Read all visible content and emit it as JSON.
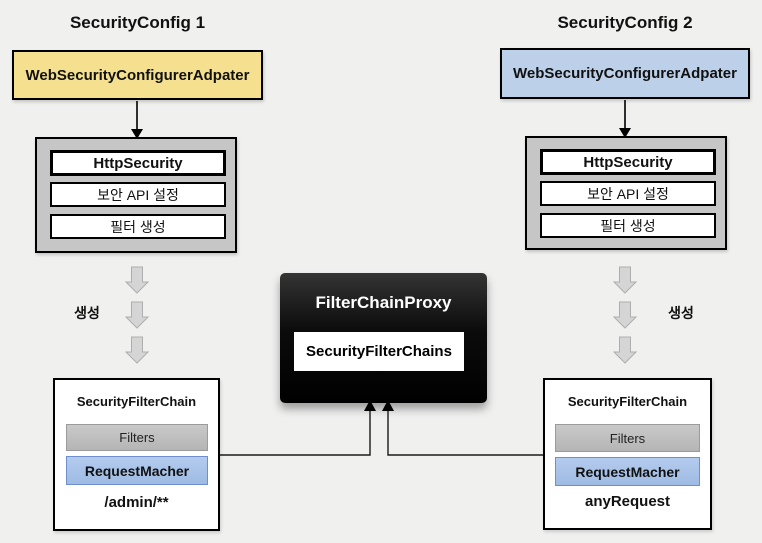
{
  "colors": {
    "background": "#f0f0ef",
    "adapter_yellow_fill": "#f4e08e",
    "adapter_blue_fill": "#bdd0e9",
    "gray_container_fill": "#c6c6c6",
    "filters_fill": "#bfbfbf",
    "request_matcher_fill": "#a9c4ea",
    "request_matcher_border": "#6e8fc9",
    "block_arrow_fill": "#d5d5d5",
    "proxy_fill": "#000000",
    "proxy_text": "#ffffff"
  },
  "left": {
    "title": "SecurityConfig 1",
    "adapter": "WebSecurityConfigurerAdpater",
    "http_box": {
      "title": "HttpSecurity",
      "row1": "보안 API 설정",
      "row2": "필터 생성"
    },
    "create_label": "생성",
    "chain": {
      "title": "SecurityFilterChain",
      "filters": "Filters",
      "matcher": "RequestMacher",
      "pattern": "/admin/**"
    }
  },
  "right": {
    "title": "SecurityConfig 2",
    "adapter": "WebSecurityConfigurerAdpater",
    "http_box": {
      "title": "HttpSecurity",
      "row1": "보안 API 설정",
      "row2": "필터 생성"
    },
    "create_label": "생성",
    "chain": {
      "title": "SecurityFilterChain",
      "filters": "Filters",
      "matcher": "RequestMacher",
      "pattern": "anyRequest"
    }
  },
  "proxy": {
    "title": "FilterChainProxy",
    "inner": "SecurityFilterChains"
  }
}
